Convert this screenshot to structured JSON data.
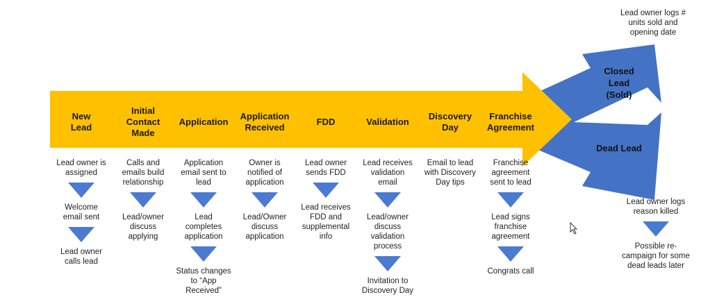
{
  "colors": {
    "main_arrow": "#FFC000",
    "outcome_arrows": "#4472C4",
    "step_arrows": "#4a7bd0"
  },
  "stages": [
    {
      "label": "New\nLead",
      "steps": [
        "Lead owner is\nassigned",
        "Welcome\nemail sent",
        "Lead owner\ncalls lead"
      ]
    },
    {
      "label": "Initial\nContact\nMade",
      "steps": [
        "Calls and\nemails build\nrelationship",
        "Lead/owner\ndiscuss\napplying"
      ]
    },
    {
      "label": "Application",
      "steps": [
        "Application\nemail sent to\nlead",
        "Lead\ncompletes\napplication",
        "Status changes\nto “App\nReceived”"
      ]
    },
    {
      "label": "Application\nReceived",
      "steps": [
        "Owner is\nnotified of\napplication",
        "Lead/Owner\ndiscuss\napplication"
      ]
    },
    {
      "label": "FDD",
      "steps": [
        "Lead owner\nsends FDD",
        "Lead receives\nFDD and\nsupplemental\ninfo"
      ]
    },
    {
      "label": "Validation",
      "steps": [
        "Lead receives\nvalidation\nemail",
        "Lead/owner\ndiscuss\nvalidation\nprocess",
        "Invitation to\nDiscovery Day"
      ]
    },
    {
      "label": "Discovery\nDay",
      "steps": [
        "Email to lead\nwith Discovery\nDay tips"
      ]
    },
    {
      "label": "Franchise\nAgreement",
      "steps": [
        "Franchise\nagreement\nsent to lead",
        "Lead signs\nfranchise\nagreement",
        "Congrats call"
      ]
    }
  ],
  "outcomes": {
    "closed": {
      "label": "Closed\nLead\n(Sold)",
      "note": "Lead owner logs #\nunits sold and\nopening date"
    },
    "dead": {
      "label": "Dead Lead",
      "steps": [
        "Lead owner logs\nreason killed",
        "Possible re-\ncampaign for some\ndead leads later"
      ]
    }
  }
}
